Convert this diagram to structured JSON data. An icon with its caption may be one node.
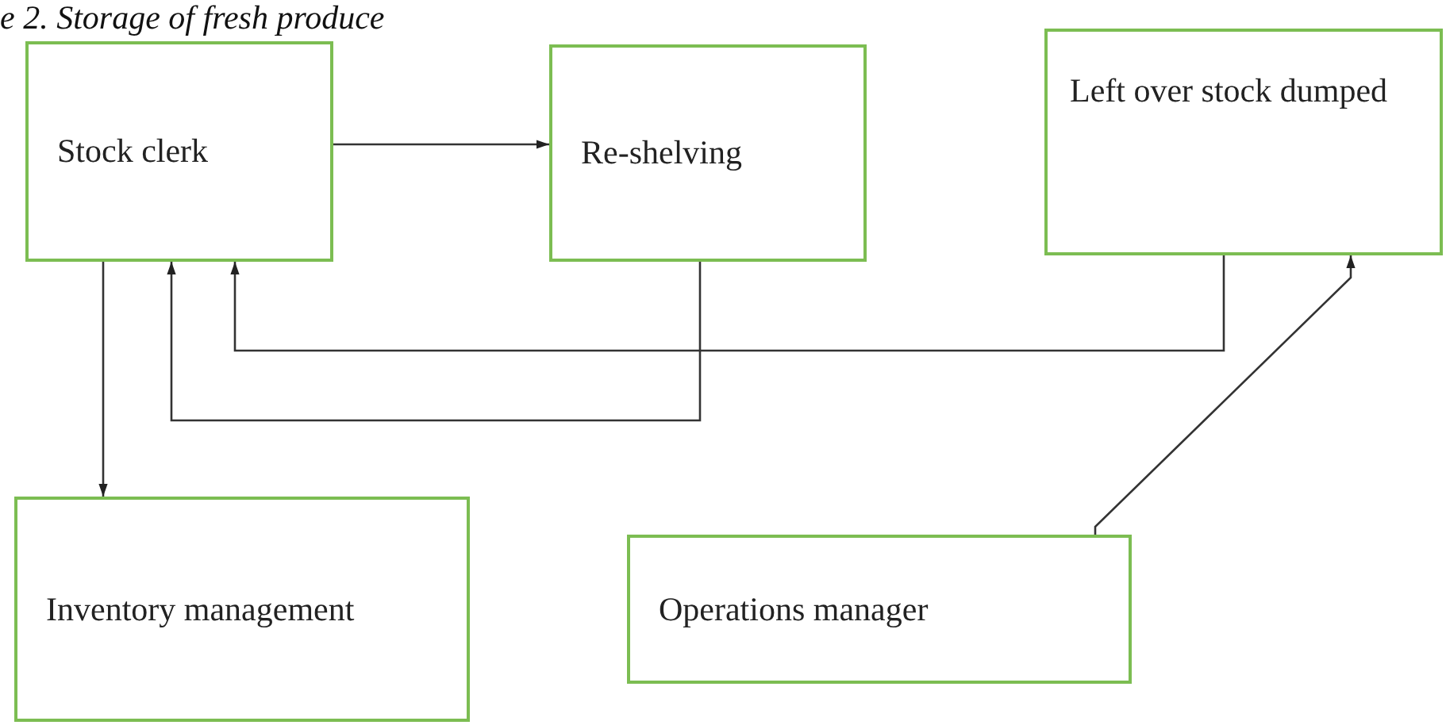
{
  "diagram": {
    "title": "e 2. Storage of fresh produce",
    "nodes": [
      {
        "text": [
          "Stock clerk"
        ]
      },
      {
        "text": [
          "Re-shelving"
        ]
      },
      {
        "text": [
          "Left over stock dumped"
        ]
      },
      {
        "text": [
          "Inventory management"
        ]
      },
      {
        "text": [
          "Operations manager"
        ]
      }
    ],
    "edges": [
      {
        "from": 0,
        "to": 1,
        "arrow": "to"
      },
      {
        "from": 0,
        "to": 3,
        "arrow": "to"
      },
      {
        "from": 1,
        "to": 0,
        "arrow": "to"
      },
      {
        "from": 2,
        "to": 0,
        "arrow": "to"
      },
      {
        "from": 4,
        "to": 2,
        "arrow": "to"
      }
    ]
  }
}
